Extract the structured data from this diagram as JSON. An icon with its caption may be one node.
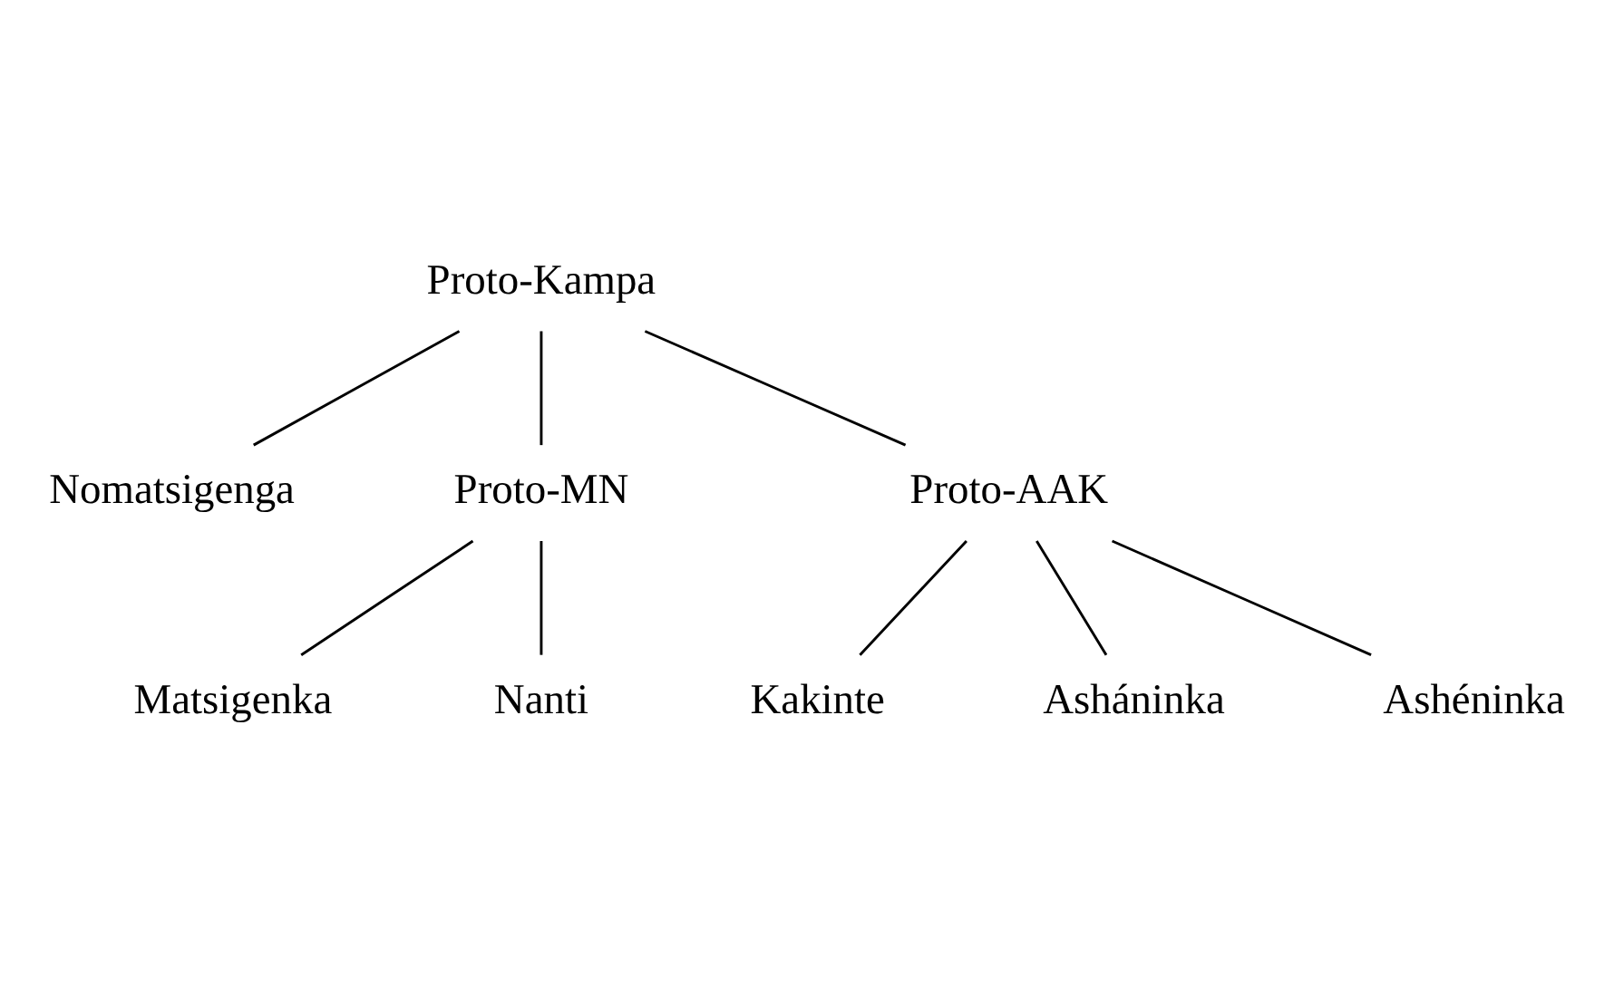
{
  "diagram": {
    "nodes": [
      {
        "text": [
          "Proto-Kampa"
        ]
      },
      {
        "text": [
          "Nomatsigenga"
        ]
      },
      {
        "text": [
          "Proto-MN"
        ]
      },
      {
        "text": [
          "Proto-AAK"
        ]
      },
      {
        "text": [
          "Matsigenka"
        ]
      },
      {
        "text": [
          "Nanti"
        ]
      },
      {
        "text": [
          "Kakinte"
        ]
      },
      {
        "text": [
          "Asháninka"
        ]
      },
      {
        "text": [
          "Ashéninka"
        ]
      }
    ],
    "edges": [
      {
        "from": 0,
        "to": 1,
        "arrow": "none"
      },
      {
        "from": 0,
        "to": 2,
        "arrow": "none"
      },
      {
        "from": 0,
        "to": 3,
        "arrow": "none"
      },
      {
        "from": 2,
        "to": 4,
        "arrow": "none"
      },
      {
        "from": 2,
        "to": 5,
        "arrow": "none"
      },
      {
        "from": 3,
        "to": 7,
        "arrow": "none"
      },
      {
        "from": 3,
        "to": 8,
        "arrow": "none"
      },
      {
        "from": 3,
        "to": 6,
        "arrow": "none"
      }
    ]
  }
}
